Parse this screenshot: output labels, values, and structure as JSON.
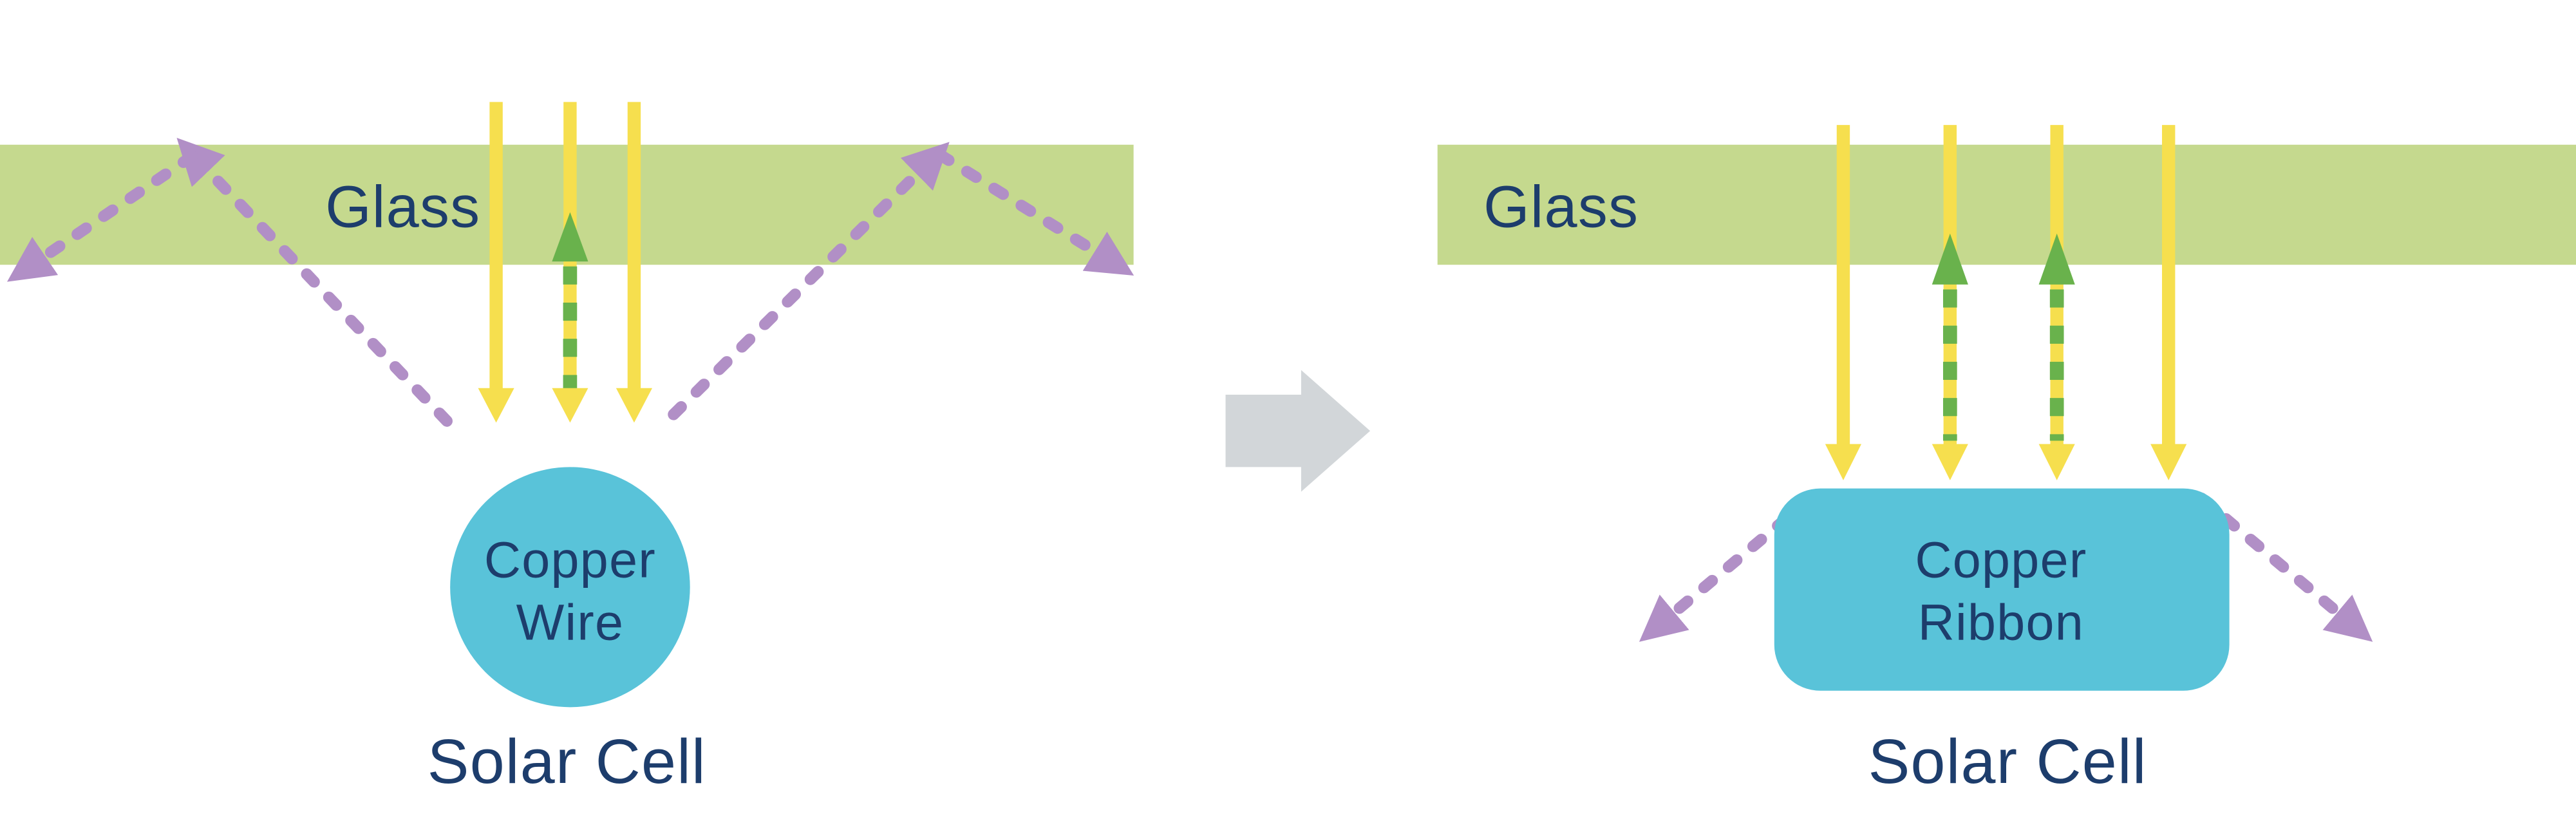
{
  "diagram": {
    "left_panel": {
      "glass_label": "Glass",
      "component_line1": "Copper",
      "component_line2": "Wire",
      "caption": "Solar Cell"
    },
    "right_panel": {
      "glass_label": "Glass",
      "component_line1": "Copper",
      "component_line2": "Ribbon",
      "caption": "Solar Cell"
    },
    "colors": {
      "glass": "#c5d98e",
      "sunlight": "#f6df4e",
      "reflected_green": "#69b24c",
      "scattered_purple": "#b18fc6",
      "copper": "#59c3d9",
      "text_navy": "#1d3d6c",
      "transition_arrow": "#d2d6d9",
      "background": "#ffffff"
    }
  }
}
